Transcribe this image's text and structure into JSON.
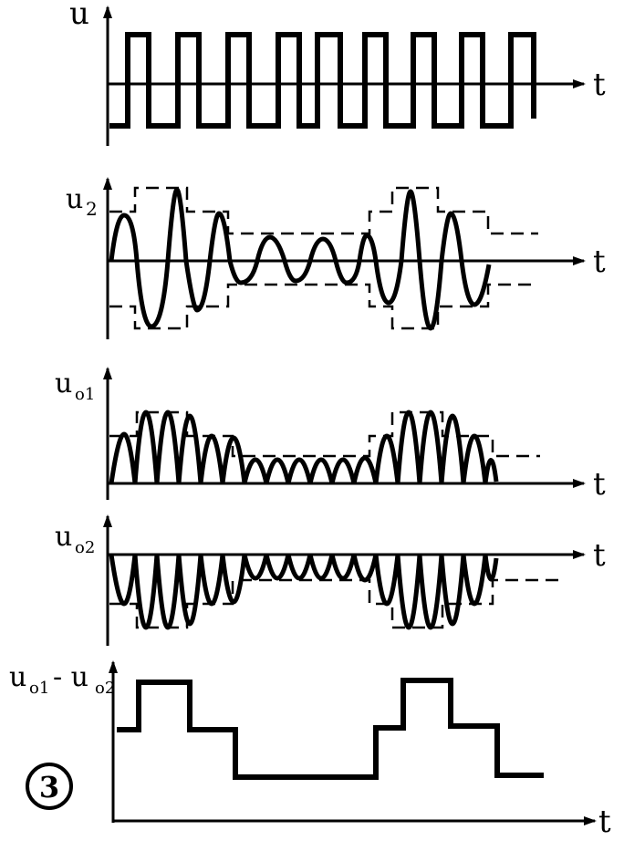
{
  "figure_label": "3",
  "panels": [
    {
      "id": "u",
      "y_label": "u",
      "y_subscript": "",
      "x_label": "t"
    },
    {
      "id": "u2",
      "y_label": "u",
      "y_subscript": "2",
      "x_label": "t"
    },
    {
      "id": "uo1",
      "y_label": "u",
      "y_subscript": "o1",
      "x_label": "t"
    },
    {
      "id": "uo2",
      "y_label": "u",
      "y_subscript": "o2",
      "x_label": "t"
    },
    {
      "id": "diff",
      "y_label": "u",
      "y_subscript": "o1",
      "y_label2": "- u",
      "y_subscript2": "o2",
      "x_label": "t"
    }
  ],
  "colors": {
    "ink": "#000000",
    "paper": "#ffffff"
  }
}
